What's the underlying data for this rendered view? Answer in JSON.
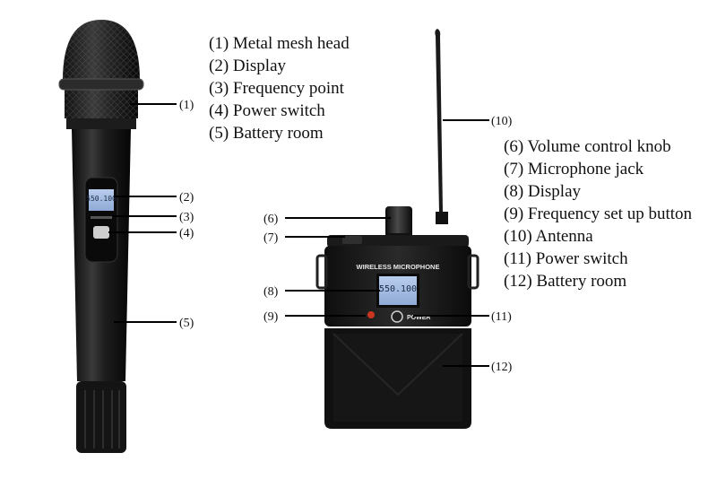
{
  "legend_left": [
    "(1) Metal mesh head",
    "(2) Display",
    "(3) Frequency point",
    "(4) Power switch",
    "(5) Battery room"
  ],
  "legend_right": [
    "(6) Volume control knob",
    "(7) Microphone jack",
    "(8) Display",
    "(9) Frequency set up button",
    "(10) Antenna",
    "(11) Power switch",
    "(12) Battery room"
  ],
  "callouts": {
    "c1": "(1)",
    "c2": "(2)",
    "c3": "(3)",
    "c4": "(4)",
    "c5": "(5)",
    "c6": "(6)",
    "c7": "(7)",
    "c8": "(8)",
    "c9": "(9)",
    "c10": "(10)",
    "c11": "(11)",
    "c12": "(12)"
  },
  "bodypack": {
    "brand_label": "WIRELESS MICROPHONE",
    "lcd_value": "550.100",
    "power_label": "POWER"
  },
  "handheld": {
    "lcd_value": "550.100"
  },
  "colors": {
    "device_black": "#1a1a1a",
    "lcd_blue": "#9fb8df",
    "led_red": "#c8361f"
  }
}
